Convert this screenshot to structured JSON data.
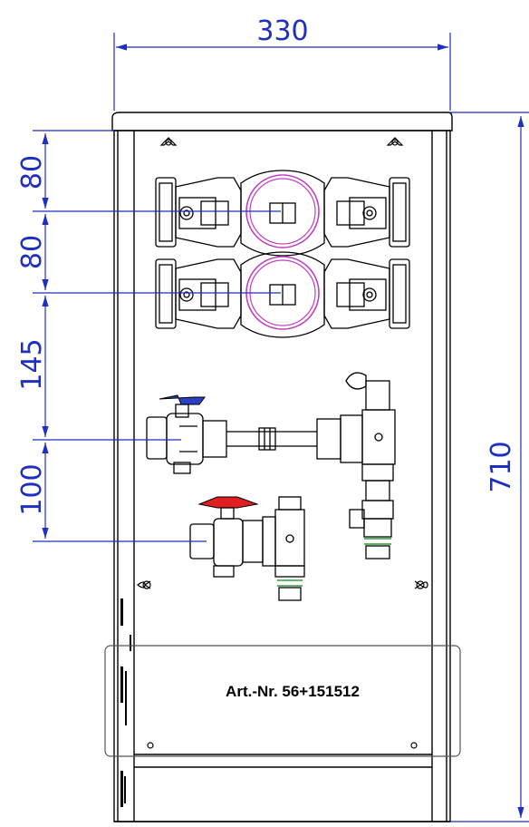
{
  "dimensions": {
    "width": "330",
    "height": "710",
    "spacing": [
      "80",
      "80",
      "145",
      "100"
    ]
  },
  "label": {
    "article_number": "Art.-Nr. 56+151512"
  },
  "colors": {
    "dimension_lines": "#1f2fbf",
    "outline": "#000000",
    "pump_ring": "#c040c0",
    "valve_blue": "#2a3fc8",
    "valve_red": "#e02020",
    "fitting_green": "#2e9a3a"
  }
}
